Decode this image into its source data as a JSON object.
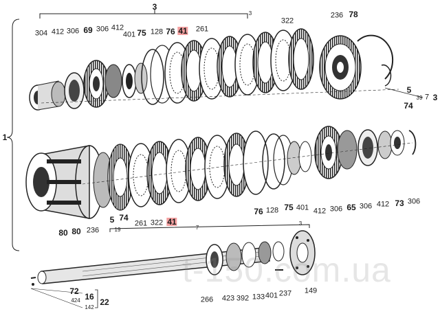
{
  "diagram": {
    "highlight_color": "#f4a0a0",
    "line_color": "#1f1f1f",
    "watermark": "t-150.com.ua",
    "callouts": {
      "top_3": "3",
      "top_3_small": "3",
      "top_304": "304",
      "top_412": "412",
      "top_306": "306",
      "top_69": "69",
      "top_306b": "306",
      "top_412b": "412",
      "top_401": "401",
      "top_75": "75",
      "top_128": "128",
      "top_76": "76",
      "top_41": "41",
      "top_261": "261",
      "top_322": "322",
      "top_236": "236",
      "top_78": "78",
      "right_5": "5",
      "right_39": "39",
      "right_7": "7",
      "right_3": "3",
      "right_74": "74",
      "left_1": "1",
      "mid_80a": "80",
      "mid_80b": "80",
      "mid_236": "236",
      "mid_5": "5",
      "mid_74": "74",
      "mid_19": "19",
      "mid_261": "261",
      "mid_322": "322",
      "mid_41": "41",
      "mid_7": "7",
      "mid_3": "3",
      "mid_76": "76",
      "mid_128": "128",
      "mid_75": "75",
      "mid_401": "401",
      "mid_412": "412",
      "mid_306": "306",
      "mid_65": "65",
      "mid_306b": "306",
      "mid_412b": "412",
      "mid_73": "73",
      "mid_306c": "306",
      "bot_72": "72",
      "bot_424": "424",
      "bot_16": "16",
      "bot_142": "142",
      "bot_22": "22",
      "bot_266": "266",
      "bot_423": "423",
      "bot_392": "392",
      "bot_133": "133",
      "bot_401": "401",
      "bot_237": "237",
      "bot_149": "149"
    }
  }
}
